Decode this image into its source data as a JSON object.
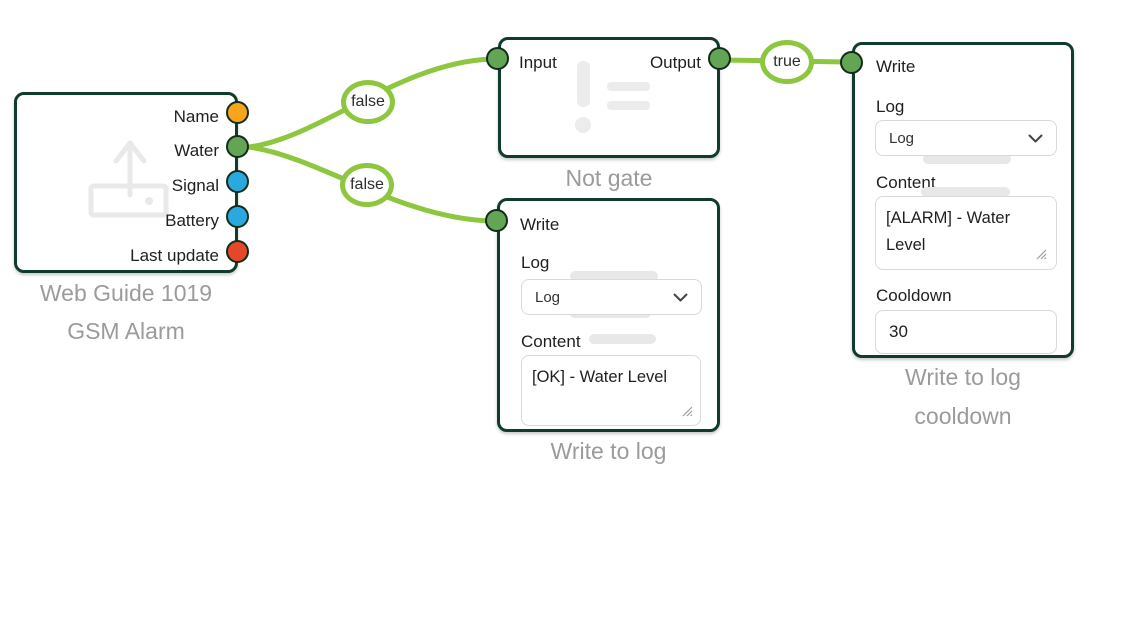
{
  "colors": {
    "link": "#8dc63f",
    "node_border": "#103c2b",
    "port_border": "#112c18",
    "title_text": "#9b9b9b",
    "port_orange": "#f7a51b",
    "port_green": "#64a455",
    "port_blue": "#2aa9e0",
    "port_red": "#e5472b"
  },
  "nodes": {
    "gsm_alarm": {
      "title_line1": "Web Guide 1019",
      "title_line2": "GSM Alarm",
      "icon": "upload-icon",
      "ports": [
        {
          "label": "Name",
          "color": "#f7a51b"
        },
        {
          "label": "Water",
          "color": "#64a455"
        },
        {
          "label": "Signal",
          "color": "#2aa9e0"
        },
        {
          "label": "Battery",
          "color": "#2aa9e0"
        },
        {
          "label": "Last update",
          "color": "#e5472b"
        }
      ]
    },
    "not_gate": {
      "title": "Not gate",
      "watermark_icon": "not-equal-icon",
      "input_port": {
        "label": "Input",
        "color": "#64a455"
      },
      "output_port": {
        "label": "Output",
        "color": "#64a455"
      }
    },
    "write_to_log": {
      "title": "Write to log",
      "port": {
        "label": "Write",
        "color": "#64a455"
      },
      "fields": {
        "log_label": "Log",
        "log_value": "Log",
        "content_label": "Content",
        "content_value": "[OK] - Water Level"
      }
    },
    "write_to_log_cooldown": {
      "title_line1": "Write to log",
      "title_line2": "cooldown",
      "port": {
        "label": "Write",
        "color": "#64a455"
      },
      "fields": {
        "log_label": "Log",
        "log_value": "Log",
        "content_label": "Content",
        "content_value": "[ALARM] - Water Level",
        "cooldown_label": "Cooldown",
        "cooldown_value": "30"
      }
    }
  },
  "connections": [
    {
      "from": "GSM Alarm / Water",
      "to": "Not gate / Input",
      "label": "false"
    },
    {
      "from": "GSM Alarm / Water",
      "to": "Write to log / Write",
      "label": "false"
    },
    {
      "from": "Not gate / Output",
      "to": "Write to log cooldown / Write",
      "label": "true"
    }
  ]
}
